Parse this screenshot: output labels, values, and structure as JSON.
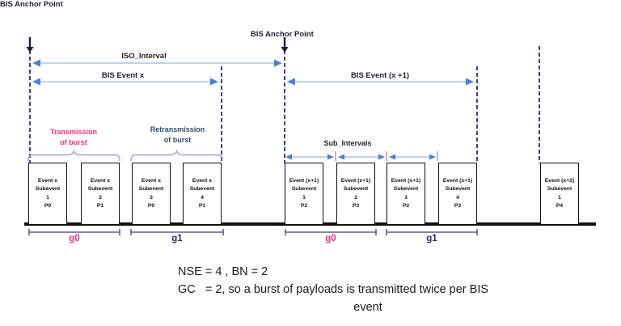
{
  "colors": {
    "pink": "#ff2e72",
    "navy_text": "#1f1f33",
    "slate": "#2e4d66",
    "g1_navy": "#2a2a5e",
    "dashed_line": "#3f3f8f",
    "arrow_line": "#a5c6ef",
    "arrow_head": "#4b80d6",
    "brace": "#9b9fe3",
    "span_line": "#5b5ba8",
    "tick_gray": "#9898b0",
    "anchor_arrow": "#1c1c3a",
    "box_border": "#111111",
    "baseline": "#111111",
    "note_text": "#1a1a1a"
  },
  "labels": {
    "anchor1": "BIS Anchor Point",
    "anchor2": "BIS Anchor Point",
    "iso_interval": "ISO_Interval",
    "bis_event_x": "BIS Event x",
    "bis_event_x1": "BIS Event (x +1)",
    "transmission": [
      "Transmission",
      "of burst"
    ],
    "retransmission": [
      "Retransmission",
      "of burst"
    ],
    "sub_intervals": "Sub_Intervals"
  },
  "boxes": [
    {
      "lines": [
        "Event x",
        "Subevent",
        "1",
        "P0"
      ]
    },
    {
      "lines": [
        "Event x",
        "Subevent",
        "2",
        "P1"
      ]
    },
    {
      "lines": [
        "Event x",
        "Subevent",
        "3",
        "P0"
      ]
    },
    {
      "lines": [
        "Event x",
        "Subevent",
        "4",
        "P1"
      ]
    },
    {
      "lines": [
        "Event (x+1)",
        "Subevent",
        "1",
        "P2"
      ]
    },
    {
      "lines": [
        "Event (x+1)",
        "Subevent",
        "2",
        "P3"
      ]
    },
    {
      "lines": [
        "Event (x+1)",
        "Subevent",
        "3",
        "P2"
      ]
    },
    {
      "lines": [
        "Event (x+1)",
        "Subevent",
        "4",
        "P3"
      ]
    },
    {
      "lines": [
        "Event (x+2)",
        "Subevent",
        "1",
        "P4"
      ]
    }
  ],
  "group_labels": [
    {
      "text": "g0"
    },
    {
      "text": "g1"
    },
    {
      "text": "g0"
    },
    {
      "text": "g1"
    }
  ],
  "notes": {
    "line1": "NSE = 4 , BN = 2",
    "line2": "GC   = 2, so a burst of payloads is transmitted twice per BIS",
    "line3": "event"
  }
}
